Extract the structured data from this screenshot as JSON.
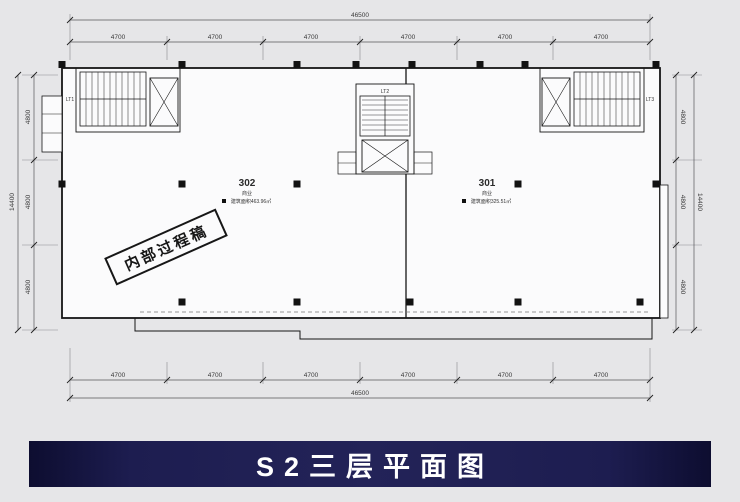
{
  "banner": {
    "title": "S2三层平面图"
  },
  "watermark": {
    "text": "内部过程稿"
  },
  "plan": {
    "units": {
      "left": {
        "number": "302",
        "use": "商业",
        "area": "建筑面积463.96㎡"
      },
      "right": {
        "number": "301",
        "use": "商业",
        "area": "建筑面积325.51㎡"
      }
    },
    "stairs": {
      "left": "LT1",
      "center": "LT2",
      "right": "LT3"
    }
  },
  "dimensions": {
    "top_total": "46500",
    "bottom_total": "46500",
    "left_total": "14400",
    "right_total": "14400",
    "top_segments": [
      "4700",
      "4700",
      "4700",
      "4700",
      "4700",
      "4700"
    ],
    "bottom_segments": [
      "4700",
      "4700",
      "4700",
      "4700",
      "4700",
      "4700"
    ],
    "left_segments": [
      "4800",
      "4800",
      "4800"
    ],
    "right_segments": [
      "4800",
      "4800",
      "4800"
    ]
  }
}
